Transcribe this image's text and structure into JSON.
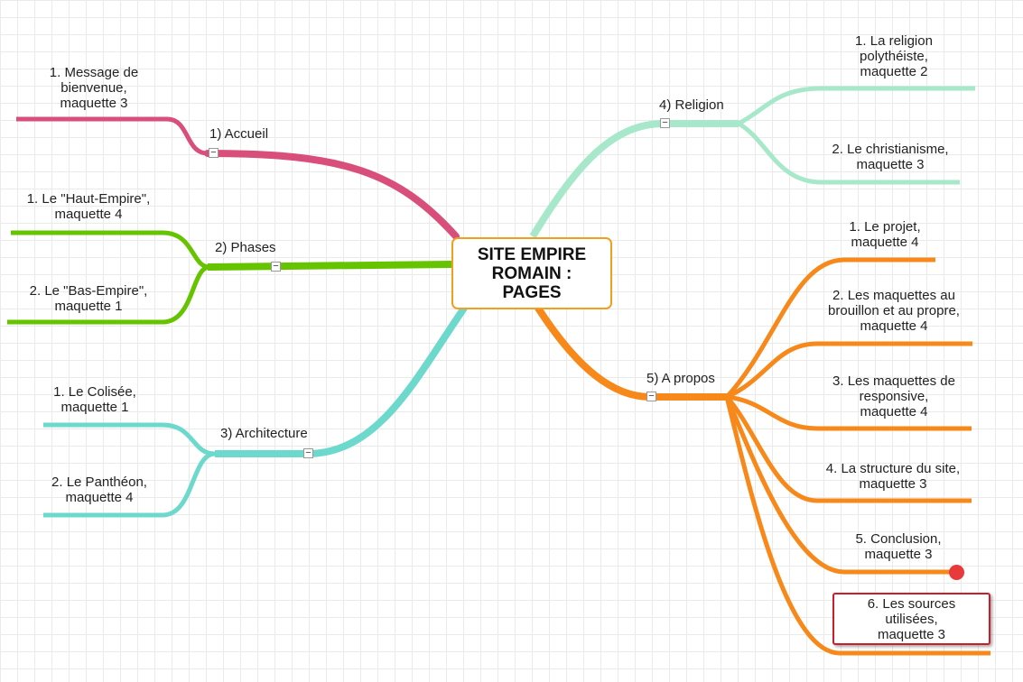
{
  "center": {
    "title": "SITE EMPIRE\nROMAIN :\nPAGES",
    "border_color": "#f0a020"
  },
  "colors": {
    "accueil": "#d94f7c",
    "phases": "#66c300",
    "architecture": "#6dd8cc",
    "religion": "#a7e8cb",
    "apropos": "#f7881a",
    "selection": "#cc1e2a",
    "marker": "#e83a3a"
  },
  "branches": {
    "accueil": {
      "label": "1) Accueil",
      "children": [
        "1. Message de\nbienvenue,\nmaquette 3"
      ]
    },
    "phases": {
      "label": "2) Phases",
      "children": [
        "1. Le \"Haut-Empire\",\nmaquette 4",
        "2. Le \"Bas-Empire\",\nmaquette 1"
      ]
    },
    "architecture": {
      "label": "3) Architecture",
      "children": [
        "1. Le Colisée,\nmaquette 1",
        "2. Le Panthéon,\nmaquette 4"
      ]
    },
    "religion": {
      "label": "4) Religion",
      "children": [
        "1. La religion\npolythéiste,\nmaquette 2",
        "2. Le christianisme,\nmaquette 3"
      ]
    },
    "apropos": {
      "label": "5) A propos",
      "children": [
        "1. Le projet,\nmaquette 4",
        "2. Les maquettes au\nbrouillon et au propre,\nmaquette 4",
        "3. Les maquettes de\nresponsive,\nmaquette 4",
        "4. La structure du site,\nmaquette 3",
        "5. Conclusion,\nmaquette 3",
        "6. Les sources\nutilisées,\nmaquette 3"
      ]
    }
  },
  "toggle_symbol": "−"
}
